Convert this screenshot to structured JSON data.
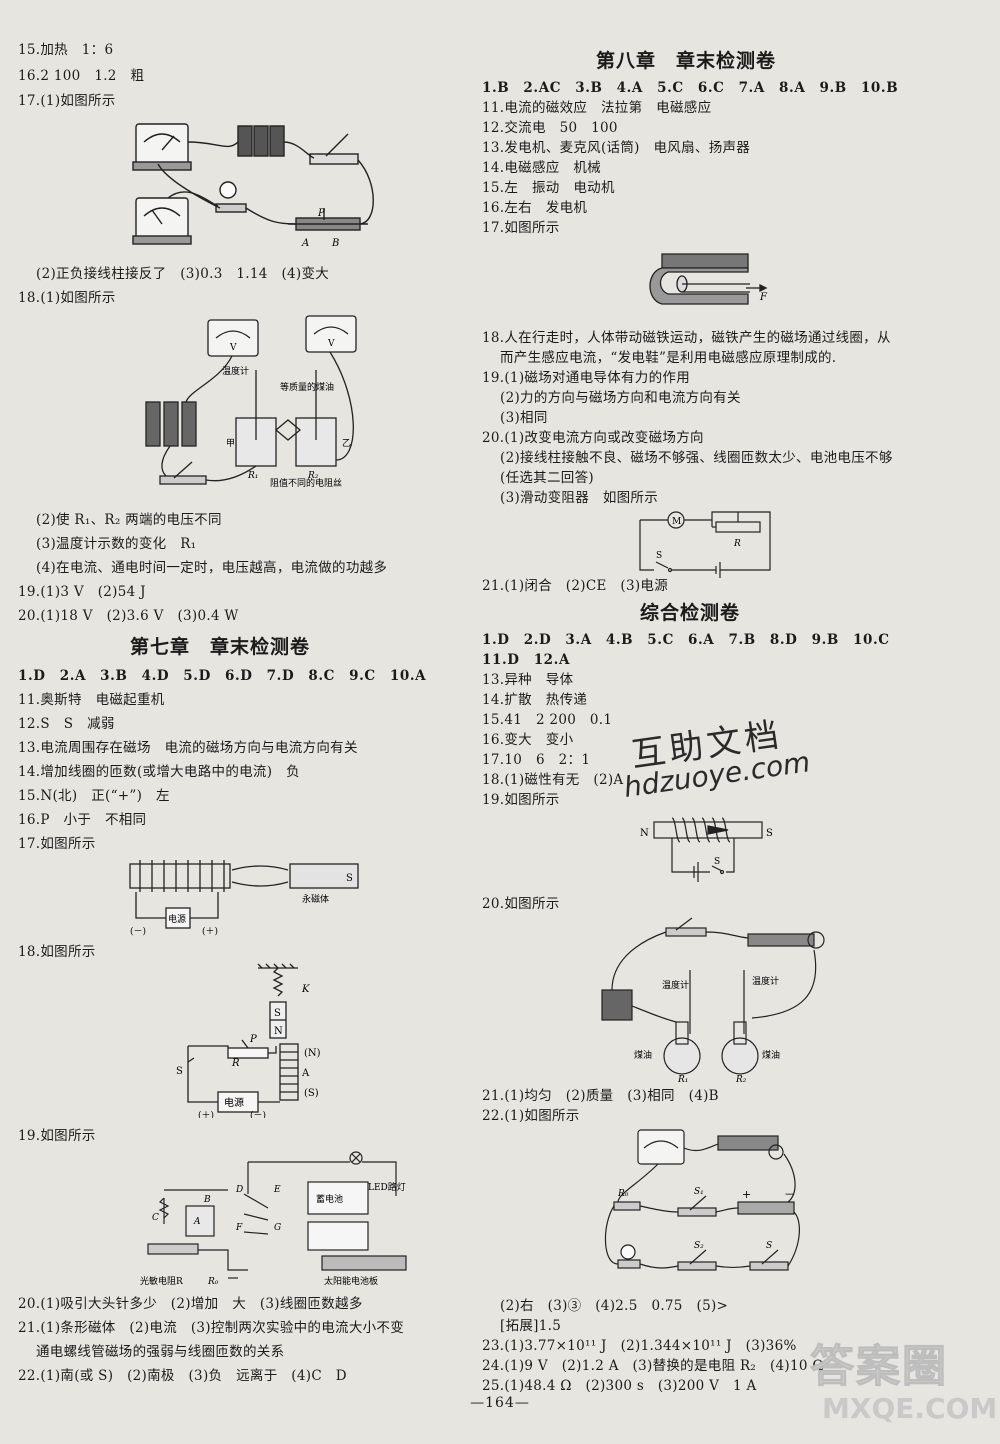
{
  "left": {
    "l15": "15.加热　1：6",
    "l16": "16.2 100　1.2　粗",
    "l17": "17.(1)如图所示",
    "l17b": "(2)正负接线柱接反了　(3)0.3　1.14　(4)变大",
    "l18": "18.(1)如图所示",
    "l18b": "(2)使 R₁、R₂ 两端的电压不同",
    "l18c": "(3)温度计示数的变化　R₁",
    "l18d": "(4)在电流、通电时间一定时，电压越高，电流做的功越多",
    "l19": "19.(1)3 V　(2)54 J",
    "l20": "20.(1)18 V　(2)3.6 V　(3)0.4 W",
    "ch7_title": "第七章　章末检测卷",
    "ch7_l1": "1.D　2.A　3.B　4.D　5.D　6.D　7.D　8.C　9.C　10.A",
    "ch7_l11": "11.奥斯特　电磁起重机",
    "ch7_l12": "12.S　S　减弱",
    "ch7_l13": "13.电流周围存在磁场　电流的磁场方向与电流方向有关",
    "ch7_l14": "14.增加线圈的匝数(或增大电路中的电流)　负",
    "ch7_l15": "15.N(北)　正(“+”)　左",
    "ch7_l16": "16.P　小于　不相同",
    "ch7_l17": "17.如图所示",
    "ch7_l18": "18.如图所示",
    "ch7_l19": "19.如图所示",
    "ch7_l20": "20.(1)吸引大头针多少　(2)增加　大　(3)线圈匝数越多",
    "ch7_l21": "21.(1)条形磁体　(2)电流　(3)控制两次实验中的电流大小不变",
    "ch7_l21b": "通电螺线管磁场的强弱与线圈匝数的关系",
    "ch7_l22": "22.(1)南(或 S)　(2)南极　(3)负　远离于　(4)C　D"
  },
  "right": {
    "ch8_title": "第八章　章末检测卷",
    "r1": "1.B　2.AC　3.B　4.A　5.C　6.C　7.A　8.A　9.B　10.B",
    "r11": "11.电流的磁效应　法拉第　电磁感应",
    "r12": "12.交流电　50　100",
    "r13": "13.发电机、麦克风(话筒)　电风扇、扬声器",
    "r14": "14.电磁感应　机械",
    "r15": "15.左　振动　电动机",
    "r16": "16.左右　发电机",
    "r17": "17.如图所示",
    "r18": "18.人在行走时，人体带动磁铁运动，磁铁产生的磁场通过线圈，从",
    "r18b": "而产生感应电流，“发电鞋”是利用电磁感应原理制成的.",
    "r19": "19.(1)磁场对通电导体有力的作用",
    "r19b": "(2)力的方向与磁场方向和电流方向有关",
    "r19c": "(3)相同",
    "r20": "20.(1)改变电流方向或改变磁场方向",
    "r20b": "(2)接线柱接触不良、磁场不够强、线圈匝数太少、电池电压不够",
    "r20c": "(任选其二回答)",
    "r20d": "(3)滑动变阻器　如图所示",
    "r21": "21.(1)闭合　(2)CE　(3)电源",
    "zh_title": "综合检测卷",
    "z1": "1.D　2.D　3.A　4.B　5.C　6.A　7.B　8.D　9.B　10.C",
    "z11": "11.D　12.A",
    "z13": "13.异种　导体",
    "z14": "14.扩散　热传递",
    "z15": "15.41　2 200　0.1",
    "z16": "16.变大　变小",
    "z17": "17.10　6　2：1",
    "z18": "18.(1)磁性有无　(2)A",
    "z19": "19.如图所示",
    "z20": "20.如图所示",
    "z21": "21.(1)均匀　(2)质量　(3)相同　(4)B",
    "z22": "22.(1)如图所示",
    "z22b": "(2)右　(3)③　(4)2.5　0.75　(5)>",
    "z22c": "[拓展]1.5",
    "z23": "23.(1)3.77×10¹¹ J　(2)1.344×10¹¹ J　(3)36%",
    "z24": "24.(1)9 V　(2)1.2 A　(3)替换的是电阻 R₂　(4)10 Ω",
    "z25": "25.(1)48.4 Ω　(2)300 s　(3)200 V　1 A"
  },
  "figures": {
    "fig17_left": {
      "p": "P",
      "a": "A",
      "b": "B"
    },
    "fig18_left": {
      "thermo": "温度计",
      "oil": "等质量的煤油",
      "jia": "甲",
      "yi": "乙",
      "r1": "R₁",
      "r2": "R₂",
      "wire": "阻值不同的电阻丝",
      "v": "V"
    },
    "fig7_17": {
      "magnet_s": "S",
      "magnet_label": "永磁体",
      "source": "电源",
      "minus": "(－)",
      "plus": "(＋)"
    },
    "fig7_18": {
      "k": "K",
      "s": "S",
      "n": "N",
      "r": "R",
      "p": "P",
      "a": "A",
      "n_par": "(N)",
      "s_par": "(S)",
      "sw": "S",
      "source": "电源",
      "plus": "(＋)",
      "minus": "(－)"
    },
    "fig7_19": {
      "led": "LED路灯",
      "battery": "蓄电池",
      "solar": "太阳能电池板",
      "photo": "光敏电阻R",
      "r0": "R₀",
      "b": "B",
      "c": "C",
      "a": "A",
      "d": "D",
      "e": "E",
      "f": "F",
      "g": "G"
    },
    "fig8_17": {
      "f": "F"
    },
    "fig8_20": {
      "m": "M",
      "r": "R",
      "s": "S"
    },
    "figz_19": {
      "n": "N",
      "s": "S",
      "sw": "S"
    },
    "figz_20": {
      "t1": "温度计",
      "t2": "温度计",
      "oil1": "煤油",
      "oil2": "煤油",
      "r1": "R₁",
      "r2": "R₂"
    },
    "figz_22": {
      "r0": "R₀",
      "s1": "S₁",
      "s2": "S₂",
      "s": "S",
      "plus": "+",
      "minus": "－"
    }
  },
  "page_number": "—164—",
  "watermark": {
    "cn": "互助文档",
    "url": "hdzuoye.com"
  },
  "stamp": {
    "cn": "答案圈",
    "url": "MXQE.COM"
  }
}
